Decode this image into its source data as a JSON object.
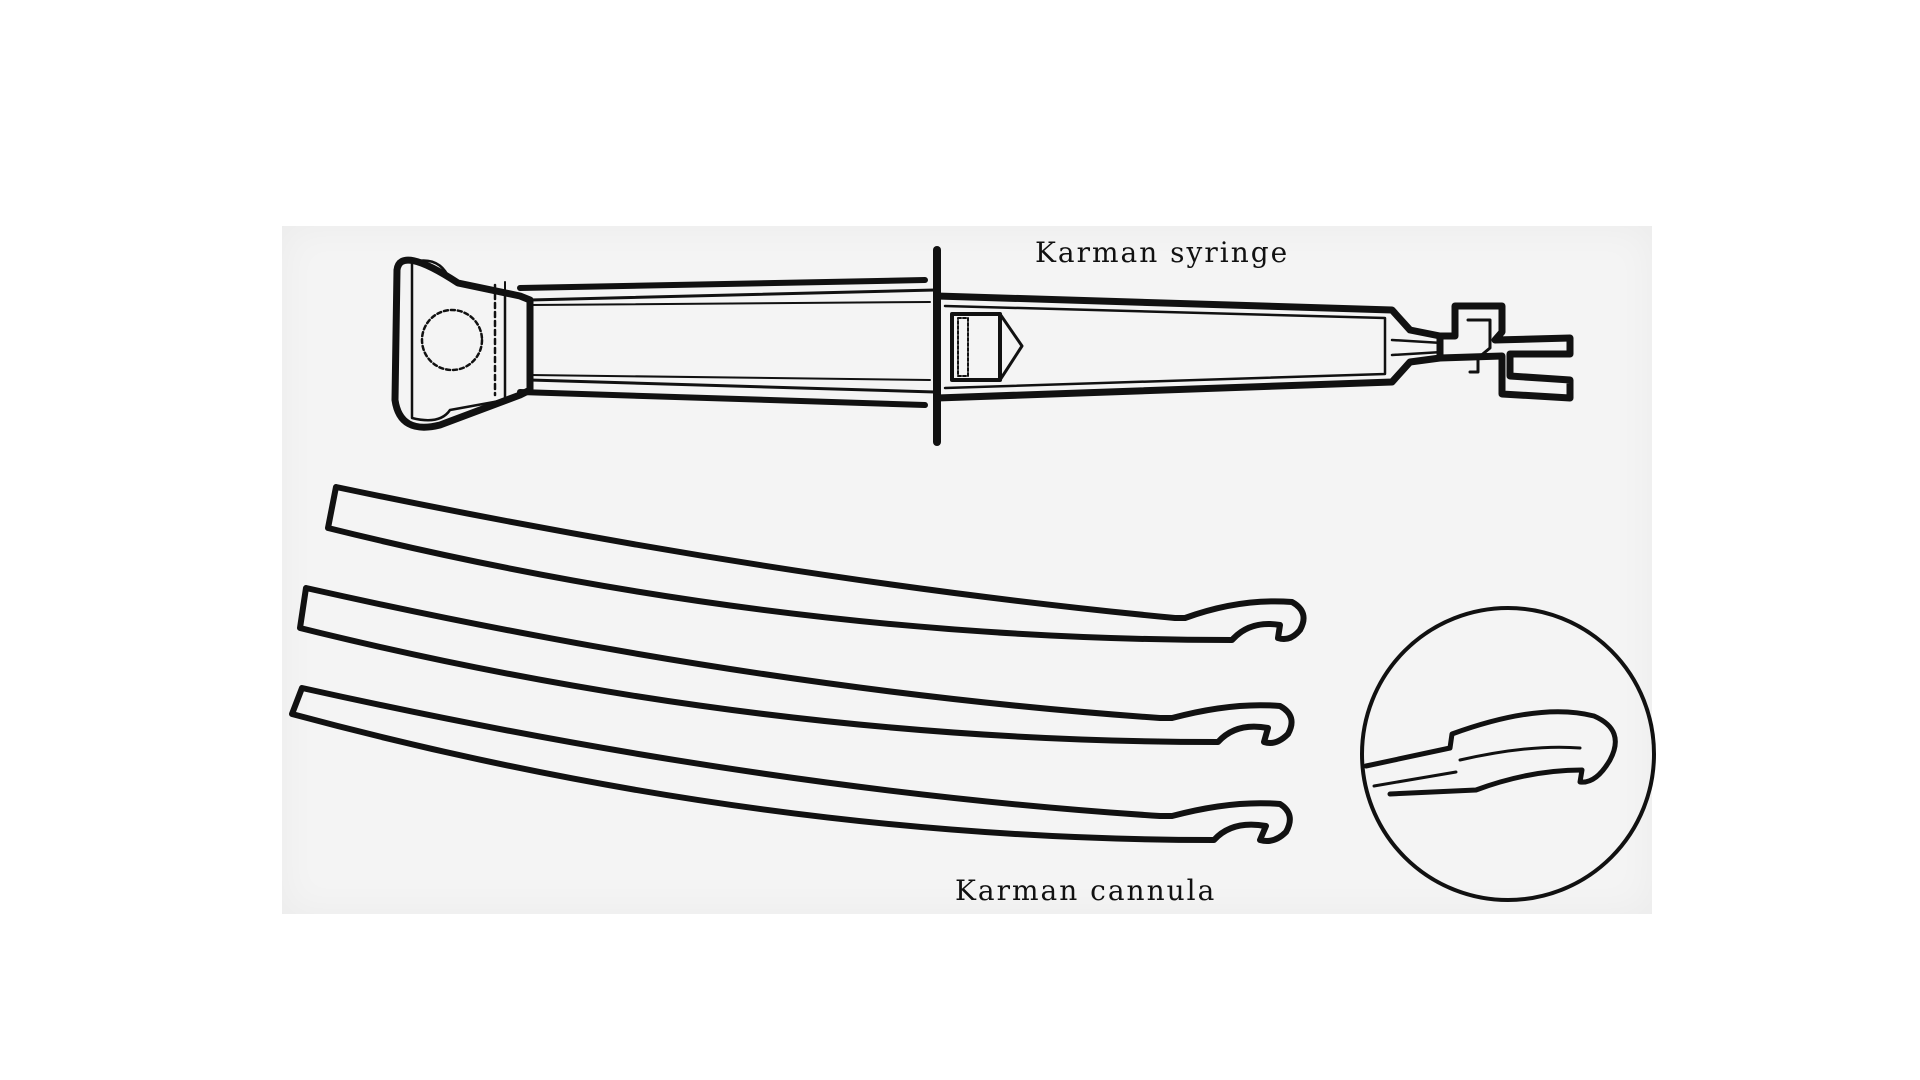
{
  "labels": {
    "syringe": "Karman syringe",
    "cannula": "Karman cannula"
  },
  "colors": {
    "ink": "#111111",
    "paper": "#f4f4f4",
    "background": "#ffffff"
  },
  "components": [
    "syringe",
    "cannula",
    "cannula",
    "cannula",
    "cannula-tip-detail"
  ]
}
